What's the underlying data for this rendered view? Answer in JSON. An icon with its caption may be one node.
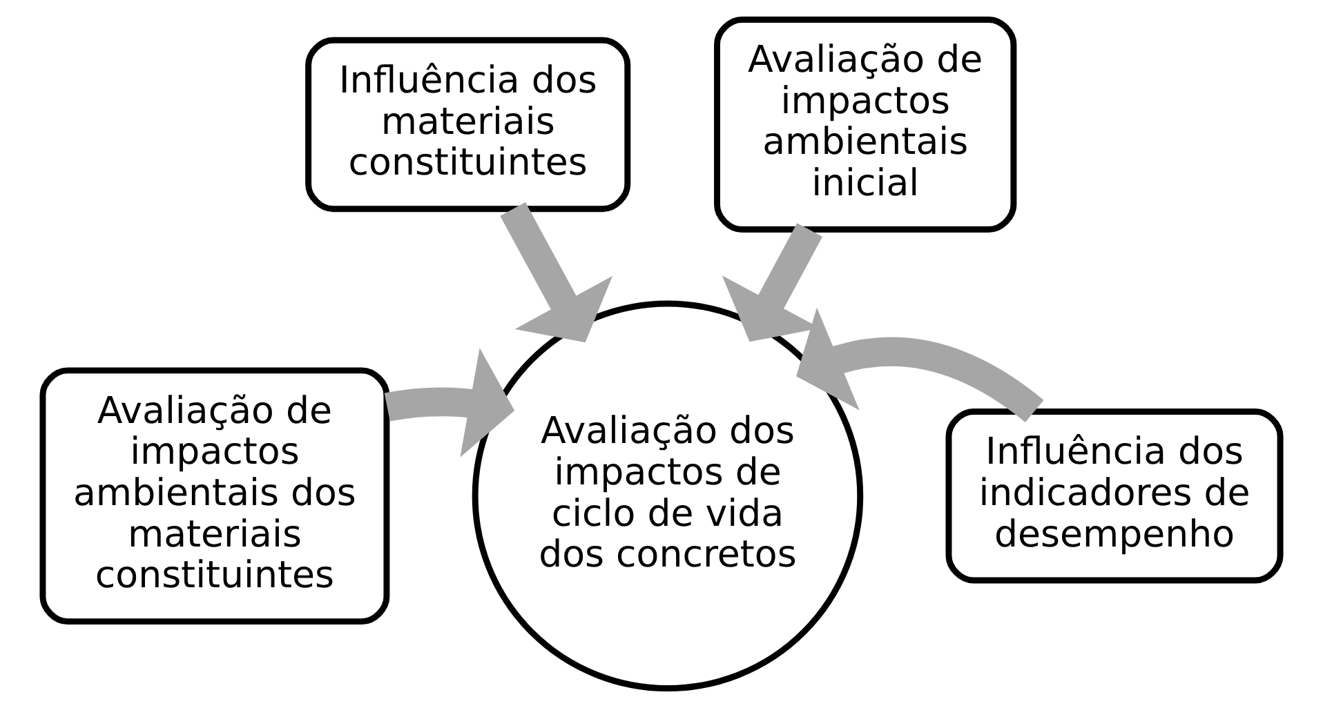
{
  "diagram": {
    "nodes": [
      {
        "text": [
          "Influência dos materiais constituintes"
        ]
      },
      {
        "text": [
          "Avaliação de impactos ambientais inicial"
        ]
      },
      {
        "text": [
          "Avaliação de impactos ambientais dos materiais constituintes"
        ]
      },
      {
        "text": [
          "Influência dos indicadores de desempenho"
        ]
      },
      {
        "text": [
          "Avaliação dos impactos de ciclo de vida dos concretos"
        ]
      }
    ],
    "edges": [
      {
        "from": 0,
        "to": 4,
        "arrow": "to"
      },
      {
        "from": 1,
        "to": 4,
        "arrow": "to"
      },
      {
        "from": 2,
        "to": 4,
        "arrow": "to"
      },
      {
        "from": 3,
        "to": 4,
        "arrow": "to"
      }
    ]
  }
}
